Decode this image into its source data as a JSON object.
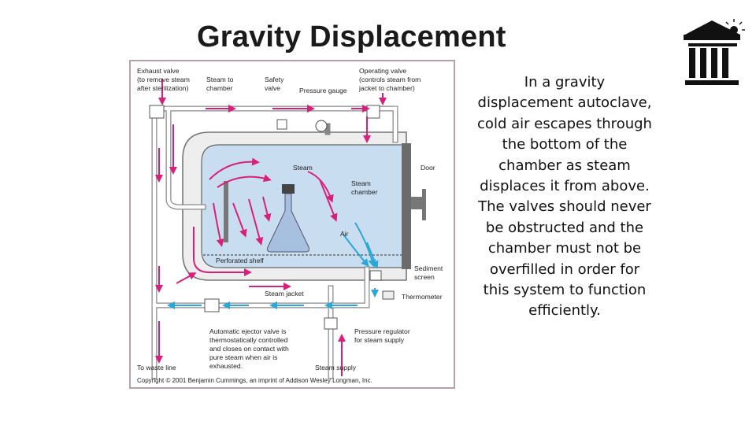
{
  "title": "Gravity Displacement",
  "description": "In a gravity displacement autoclave, cold air escapes through the bottom of the chamber as steam displaces it from above.  The valves should never be obstructed and the chamber must not be overfilled in order for this system to function efficiently.",
  "colors": {
    "steam_arrows": "#d6207b",
    "air_arrows": "#29a8d8",
    "chamber_fill": "#c9ddf0",
    "figure_border": "#b7a0a8"
  },
  "logo_icon": "institution-building-icon",
  "diagram": {
    "labels": {
      "exhaust_valve": [
        "Exhaust valve",
        "(to remove steam",
        "after sterilization)"
      ],
      "steam_to_chamber": [
        "Steam to",
        "chamber"
      ],
      "safety_valve": [
        "Safety",
        "valve"
      ],
      "pressure_gauge": "Pressure gauge",
      "operating_valve": [
        "Operating valve",
        "(controls steam from",
        "jacket to chamber)"
      ],
      "steam": "Steam",
      "door": "Door",
      "steam_chamber": [
        "Steam",
        "chamber"
      ],
      "air": "Air",
      "perforated_shelf": "Perforated shelf",
      "sediment_screen": [
        "Sediment",
        "screen"
      ],
      "steam_jacket": "Steam jacket",
      "thermometer": "Thermometer",
      "ejector_valve": [
        "Automatic ejector valve is",
        "thermostatically controlled",
        "and closes on contact with",
        "pure steam when air is",
        "exhausted."
      ],
      "pressure_regulator": [
        "Pressure regulator",
        "for steam supply"
      ],
      "to_waste_line": "To waste line",
      "steam_supply": "Steam supply",
      "copyright": "Copyright © 2001 Benjamin Cummings, an imprint of Addison Wesley Longman, Inc."
    }
  }
}
